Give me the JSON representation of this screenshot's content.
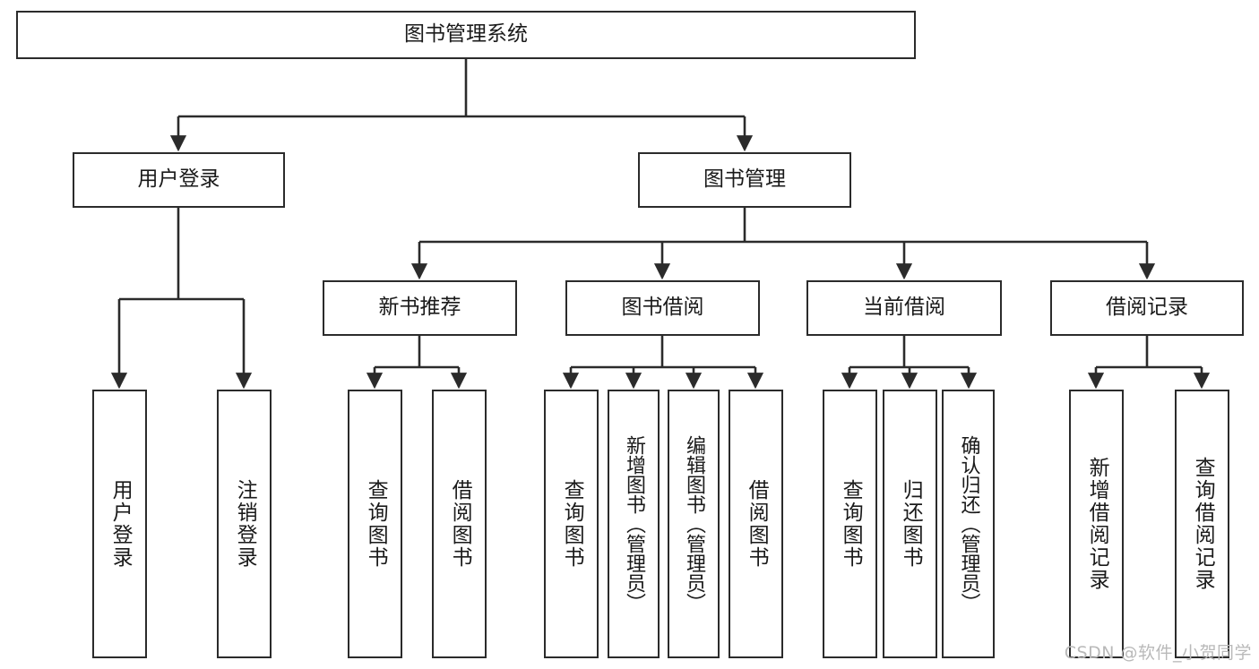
{
  "diagram": {
    "type": "hierarchy-tree",
    "title": "图书管理系统",
    "watermark": "CSDN @软件_小贺同学",
    "colors": {
      "box_border": "#2b2b2b",
      "box_fill": "#ffffff",
      "line": "#2b2b2b",
      "text": "#1a1a1a",
      "watermark": "#b9b9b9",
      "background": "#ffffff"
    },
    "nodes": {
      "root": {
        "label": "图书管理系统"
      },
      "level1": [
        {
          "id": "user-login",
          "label": "用户登录"
        },
        {
          "id": "book-manage",
          "label": "图书管理"
        }
      ],
      "level2": [
        {
          "id": "new-book-recommend",
          "label": "新书推荐"
        },
        {
          "id": "book-borrow",
          "label": "图书借阅"
        },
        {
          "id": "current-borrow",
          "label": "当前借阅"
        },
        {
          "id": "borrow-record",
          "label": "借阅记录"
        }
      ],
      "leaves": [
        {
          "id": "leaf-user-login",
          "label": "用户登录",
          "parent": "user-login"
        },
        {
          "id": "leaf-logout",
          "label": "注销登录",
          "parent": "user-login"
        },
        {
          "id": "leaf-query-book-1",
          "label": "查询图书",
          "parent": "new-book-recommend"
        },
        {
          "id": "leaf-borrow-book-1",
          "label": "借阅图书",
          "parent": "new-book-recommend"
        },
        {
          "id": "leaf-query-book-2",
          "label": "查询图书",
          "parent": "book-borrow"
        },
        {
          "id": "leaf-add-book",
          "label": "新增图书（管理员）",
          "parent": "book-borrow"
        },
        {
          "id": "leaf-edit-book",
          "label": "编辑图书（管理员）",
          "parent": "book-borrow"
        },
        {
          "id": "leaf-borrow-book-2",
          "label": "借阅图书",
          "parent": "book-borrow"
        },
        {
          "id": "leaf-query-book-3",
          "label": "查询图书",
          "parent": "current-borrow"
        },
        {
          "id": "leaf-return-book",
          "label": "归还图书",
          "parent": "current-borrow"
        },
        {
          "id": "leaf-confirm-return",
          "label": "确认归还（管理员）",
          "parent": "current-borrow"
        },
        {
          "id": "leaf-add-record",
          "label": "新增借阅记录",
          "parent": "borrow-record"
        },
        {
          "id": "leaf-query-record",
          "label": "查询借阅记录",
          "parent": "borrow-record"
        }
      ]
    }
  }
}
